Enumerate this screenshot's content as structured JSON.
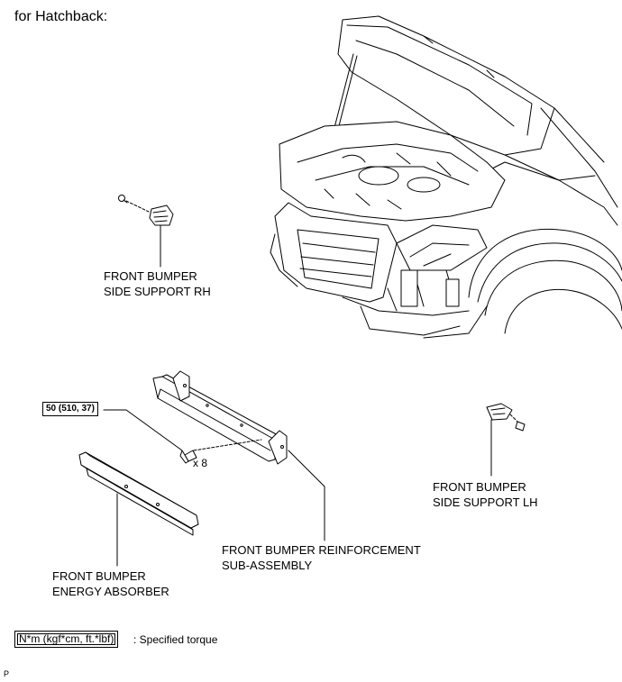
{
  "header": {
    "title": "for Hatchback:"
  },
  "labels": {
    "side_support_rh": [
      "FRONT BUMPER",
      "SIDE SUPPORT RH"
    ],
    "side_support_lh": [
      "FRONT BUMPER",
      "SIDE SUPPORT LH"
    ],
    "reinforcement": [
      "FRONT BUMPER REINFORCEMENT",
      "SUB-ASSEMBLY"
    ],
    "energy_absorber": [
      "FRONT BUMPER",
      "ENERGY ABSORBER"
    ]
  },
  "torque": {
    "value": "50 (510, 37)",
    "quantity": "x 8"
  },
  "legend": {
    "box_text": "N*m (kgf*cm, ft.*lbf)",
    "description": ": Specified torque"
  },
  "footer": {
    "code": "P"
  }
}
